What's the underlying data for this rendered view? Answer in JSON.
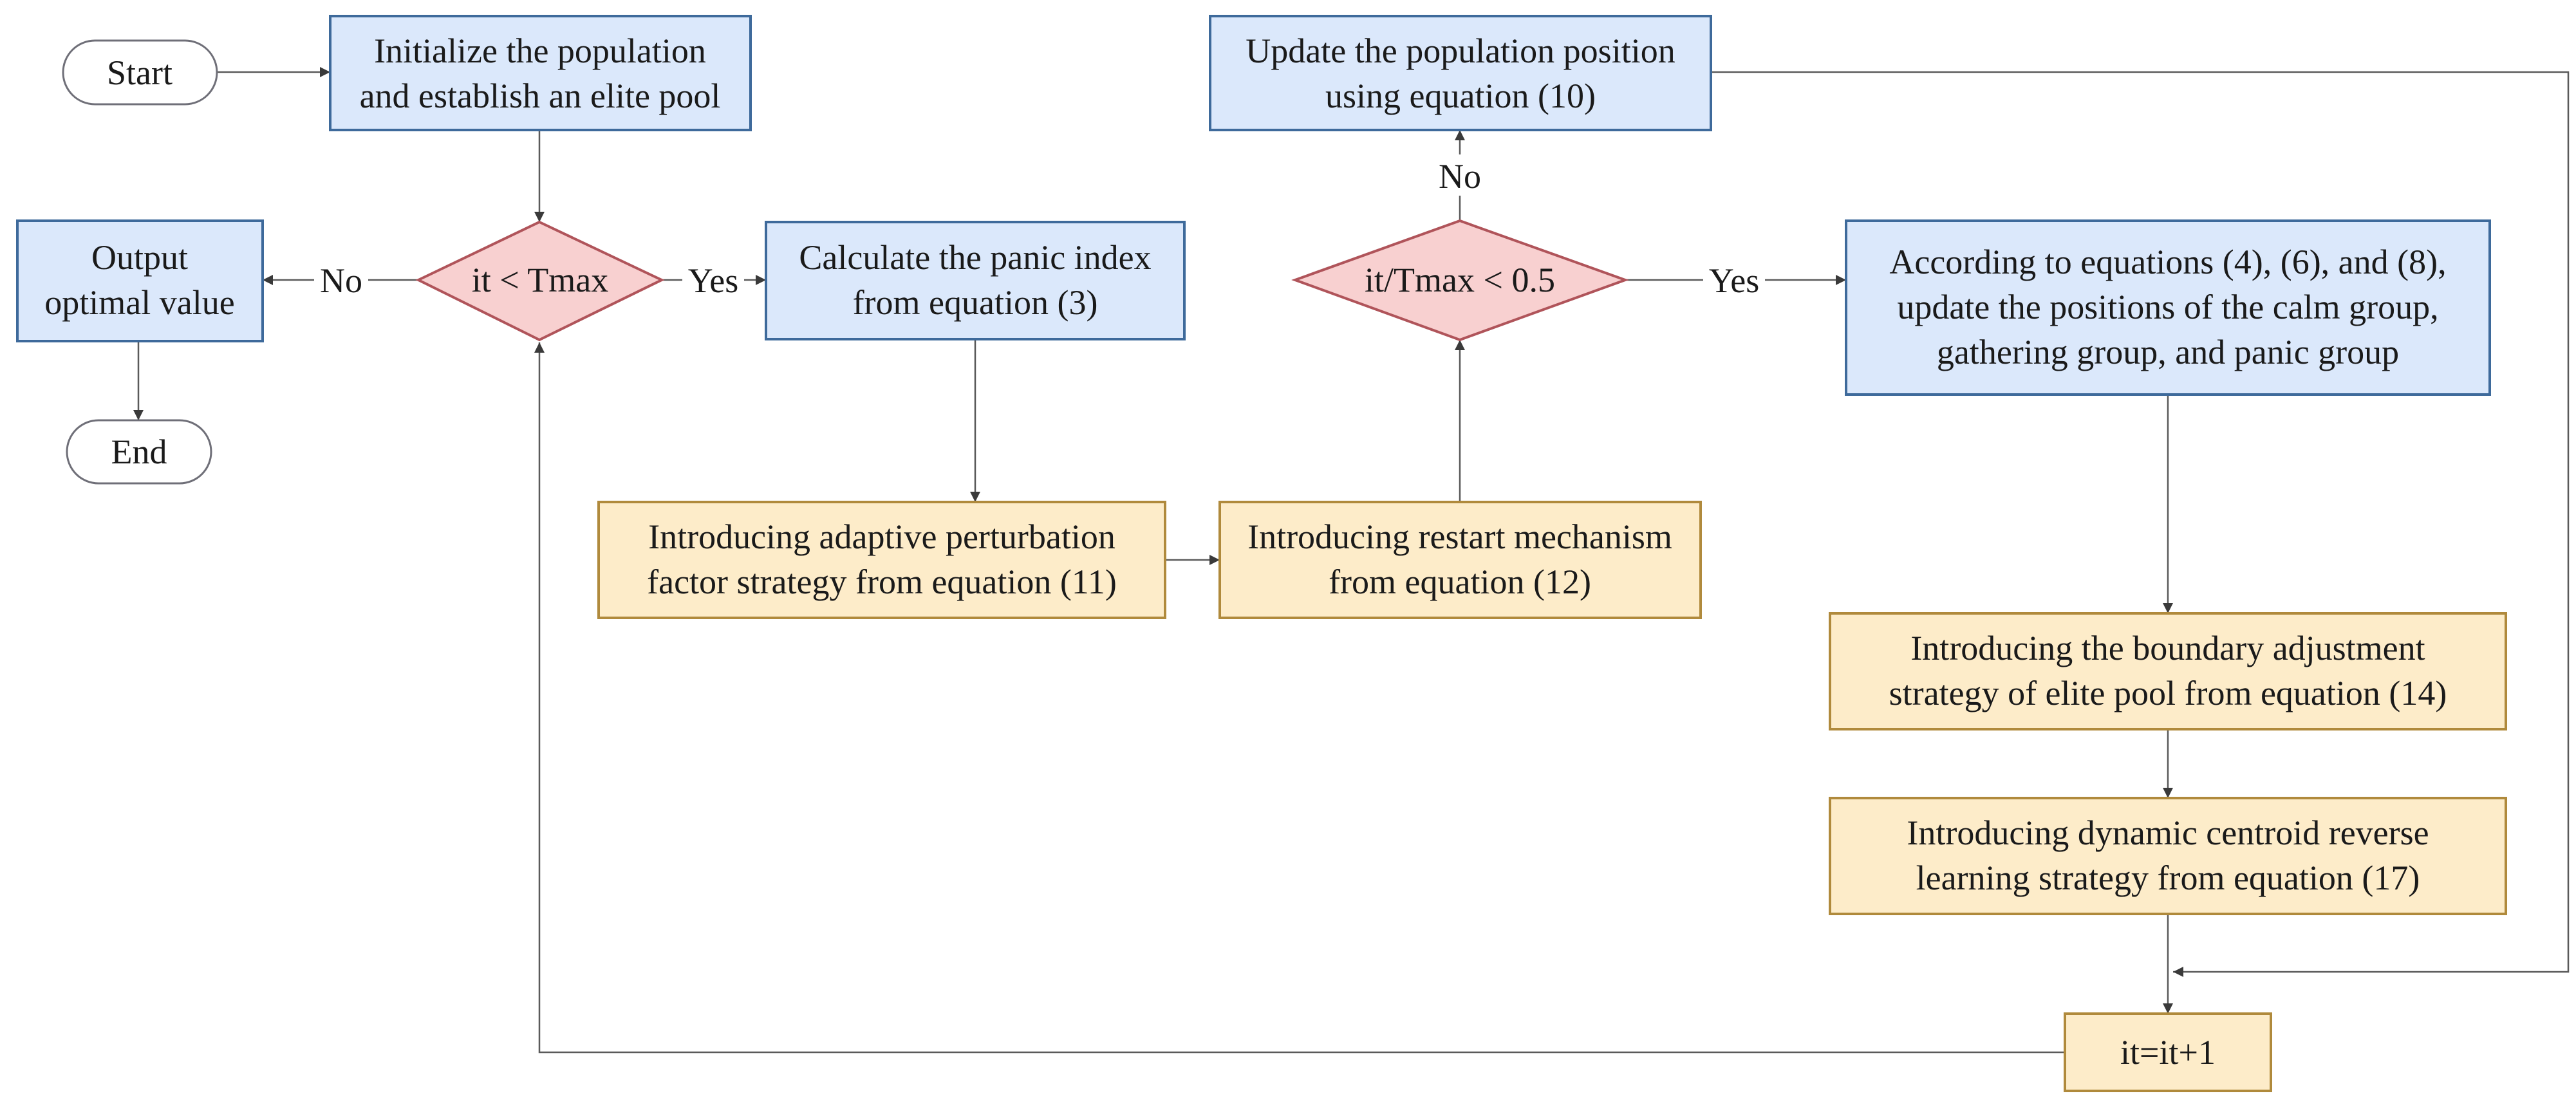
{
  "nodes": {
    "start": "Start",
    "end": "End",
    "init": [
      "Initialize the population",
      "and establish an elite pool"
    ],
    "output": [
      "Output",
      "optimal value"
    ],
    "cond_tmax": "it < Tmax",
    "panic_index": [
      "Calculate the panic index",
      "from equation (3)"
    ],
    "perturbation": [
      "Introducing adaptive perturbation",
      "factor strategy from equation (11)"
    ],
    "restart": [
      "Introducing restart mechanism",
      "from equation (12)"
    ],
    "cond_half": "it/Tmax < 0.5",
    "update_pop": [
      "Update the population position",
      "using equation (10)"
    ],
    "groups": [
      "According to equations (4), (6), and (8),",
      "update the positions of the calm group,",
      "gathering group, and panic group"
    ],
    "boundary": [
      "Introducing the boundary adjustment",
      "strategy of elite pool from equation (14)"
    ],
    "centroid": [
      "Introducing dynamic centroid reverse",
      "learning strategy from equation (17)"
    ],
    "increment": "it=it+1"
  },
  "edge_labels": {
    "no_output": "No",
    "yes_panic": "Yes",
    "no_update": "No",
    "yes_groups": "Yes"
  },
  "colors": {
    "process_fill": "#dbe8fb",
    "process_stroke": "#3e6a9b",
    "strategy_fill": "#fdecc9",
    "strategy_stroke": "#b08a3c",
    "decision_fill": "#f8d0d0",
    "decision_stroke": "#b0545a"
  }
}
